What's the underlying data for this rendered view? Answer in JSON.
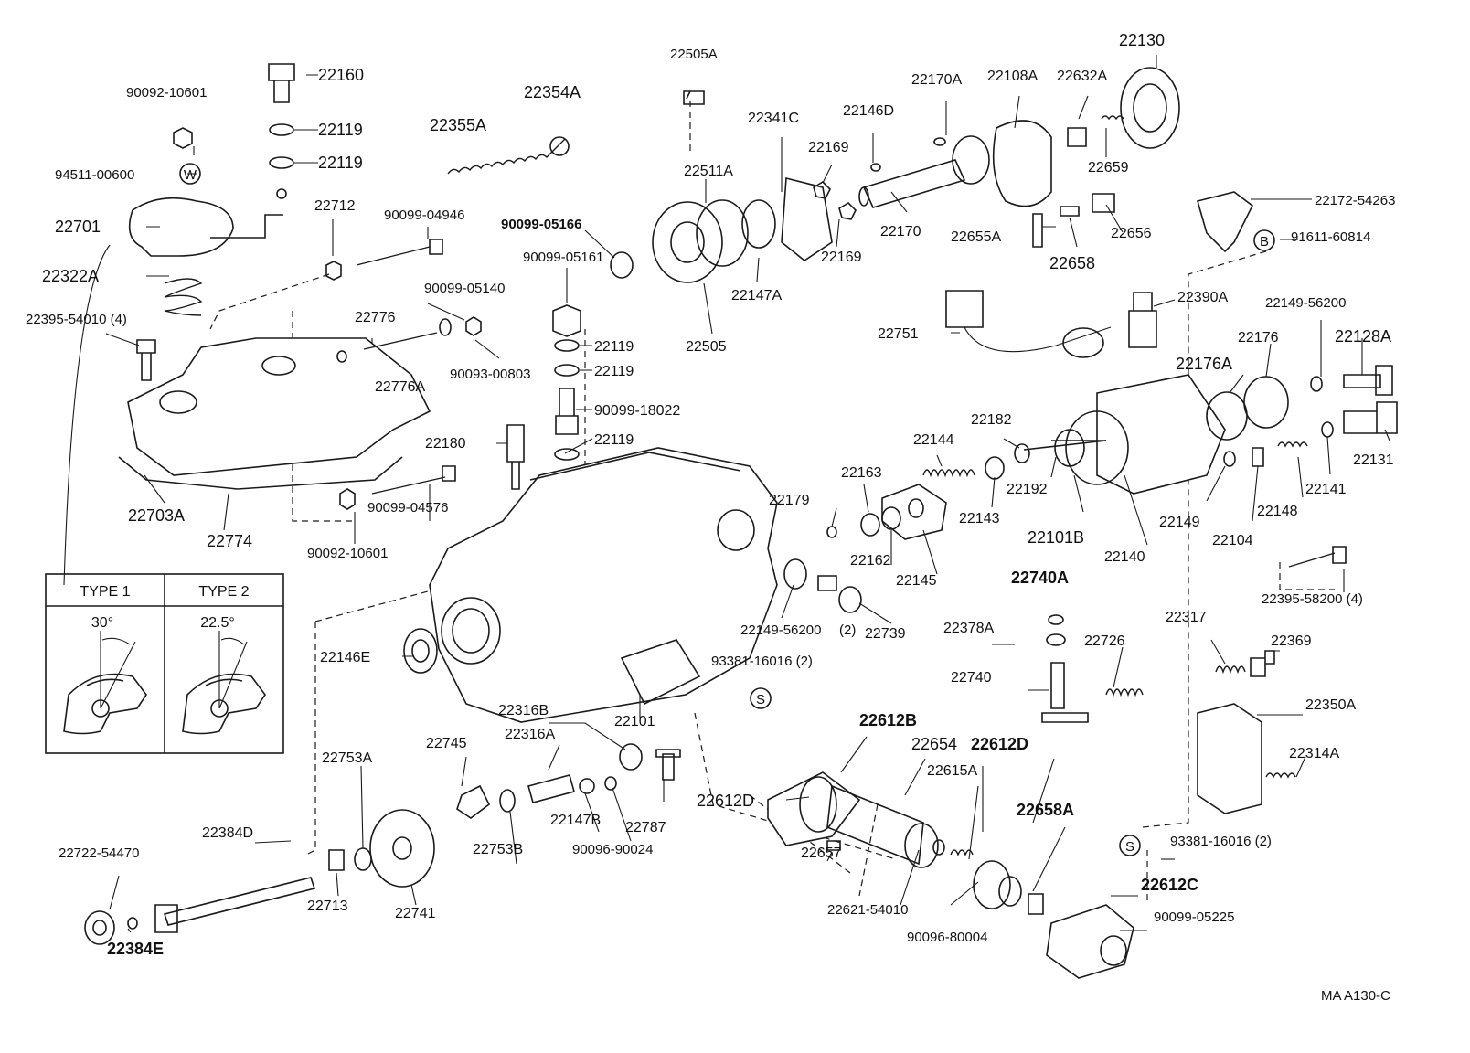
{
  "labels": {
    "l22160": "22160",
    "l90092_10601_a": "90092-10601",
    "l22119_a": "22119",
    "l22119_b": "22119",
    "l94511": "94511-00600",
    "lW": "W",
    "l22355A": "22355A",
    "l22354A": "22354A",
    "l22505A": "22505A",
    "l22701": "22701",
    "l22712": "22712",
    "l90099_04946": "90099-04946",
    "l22322A": "22322A",
    "l22395_54010": "22395-54010 (4)",
    "l22776": "22776",
    "l22776A": "22776A",
    "l90099_05140": "90099-05140",
    "l90093_00803": "90093-00803",
    "l90099_05166": "90099-05166",
    "l90099_05161": "90099-05161",
    "l22119_c": "22119",
    "l22119_d": "22119",
    "l90099_18022": "90099-18022",
    "l22119_e": "22119",
    "l22180": "22180",
    "l22703A": "22703A",
    "l22774": "22774",
    "l90099_04576": "90099-04576",
    "l90092_10601_b": "90092-10601",
    "l22511A": "22511A",
    "l22341C": "22341C",
    "l22146D": "22146D",
    "l22169_a": "22169",
    "l22169_b": "22169",
    "l22147A": "22147A",
    "l22505": "22505",
    "l22170A": "22170A",
    "l22108A": "22108A",
    "l22632A": "22632A",
    "l22130": "22130",
    "l22659": "22659",
    "l22170": "22170",
    "l22655A": "22655A",
    "l22658": "22658",
    "l22656": "22656",
    "l22172": "22172-54263",
    "lB": "B",
    "l91611": "91611-60814",
    "l22751": "22751",
    "l22390A": "22390A",
    "l22149_56200_a": "22149-56200",
    "l22176": "22176",
    "l22128A": "22128A",
    "l22176A": "22176A",
    "l22131": "22131",
    "l22141": "22141",
    "l22148": "22148",
    "l22149": "22149",
    "l22104": "22104",
    "l22144": "22144",
    "l22182": "22182",
    "l22143": "22143",
    "l22192": "22192",
    "l22163": "22163",
    "l22179": "22179",
    "l22162": "22162",
    "l22145": "22145",
    "l22101B": "22101B",
    "l22140": "22140",
    "l22395_58200": "22395-58200 (4)",
    "l22740A": "22740A",
    "l22378A": "22378A",
    "l22726": "22726",
    "l22317": "22317",
    "l22369": "22369",
    "l22740": "22740",
    "l22350A": "22350A",
    "l22314A": "22314A",
    "l22149_56200_b": "22149-56200",
    "l_2": "(2)",
    "l22739": "22739",
    "l93381_a": "93381-16016 (2)",
    "lS_a": "S",
    "l22146E": "22146E",
    "l22101": "22101",
    "l22316B": "22316B",
    "l22316A": "22316A",
    "l22745": "22745",
    "l22753A": "22753A",
    "l22147B": "22147B",
    "l22787": "22787",
    "l22753B": "22753B",
    "l90096_90024": "90096-90024",
    "l22612B": "22612B",
    "l22654": "22654",
    "l22612D_a": "22612D",
    "l22612D_b": "22612D",
    "l22615A": "22615A",
    "l22657": "22657",
    "l22658A": "22658A",
    "l22621": "22621-54010",
    "l90096_80004": "90096-80004",
    "l93381_b": "93381-16016 (2)",
    "lS_b": "S",
    "l22612C": "22612C",
    "l90099_05225": "90099-05225",
    "l22722": "22722-54470",
    "l22384D": "22384D",
    "l22384E": "22384E",
    "l22713": "22713",
    "l22741": "22741",
    "footer": "MA  A130-C"
  },
  "inset": {
    "type1_title": "TYPE 1",
    "type2_title": "TYPE 2",
    "type1_angle": "30°",
    "type2_angle": "22.5°"
  }
}
